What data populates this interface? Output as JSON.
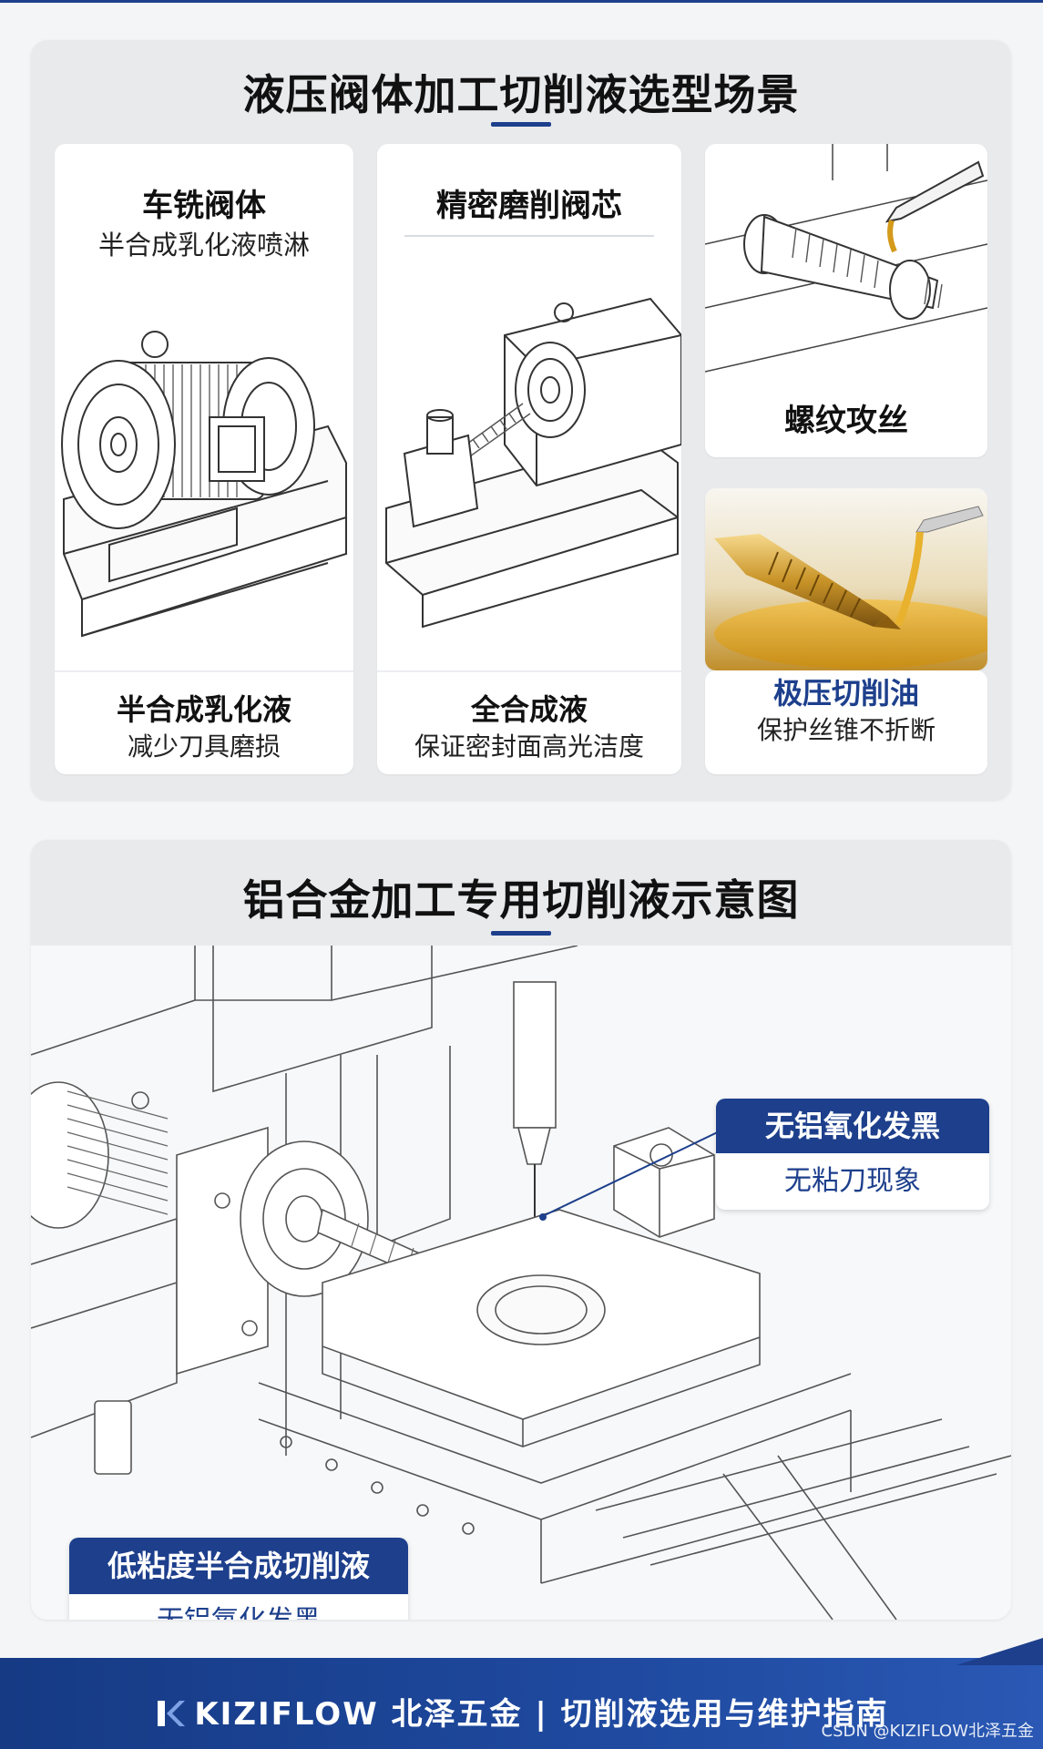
{
  "section1": {
    "title": "液压阀体加工切削液选型场景",
    "cards": [
      {
        "title": "车铣阀体",
        "subtitle": "半合成乳化液喷淋",
        "foot_title": "半合成乳化液",
        "foot_sub": "减少刀具磨损"
      },
      {
        "title": "精密磨削阀芯",
        "foot_title": "全合成液",
        "foot_sub": "保证密封面高光洁度"
      },
      {
        "title": "螺纹攻丝",
        "foot_title": "极压切削油",
        "foot_sub": "保护丝锥不折断"
      }
    ]
  },
  "section2": {
    "title": "铝合金加工专用切削液示意图",
    "callout_right": {
      "head": "无铝氧化发黑",
      "sub": "无粘刀现象"
    },
    "callout_left": {
      "head": "低粘度半合成切削液",
      "sub": "无铝氧化发黑"
    }
  },
  "footer": {
    "text": "KIZIFLOW 北泽五金 | 切削液选用与维护指南",
    "watermark": "CSDN @KIZIFLOW北泽五金"
  },
  "colors": {
    "accent": "#1d3f8c",
    "panel": "#e9eaec",
    "background": "#f4f5f7"
  }
}
